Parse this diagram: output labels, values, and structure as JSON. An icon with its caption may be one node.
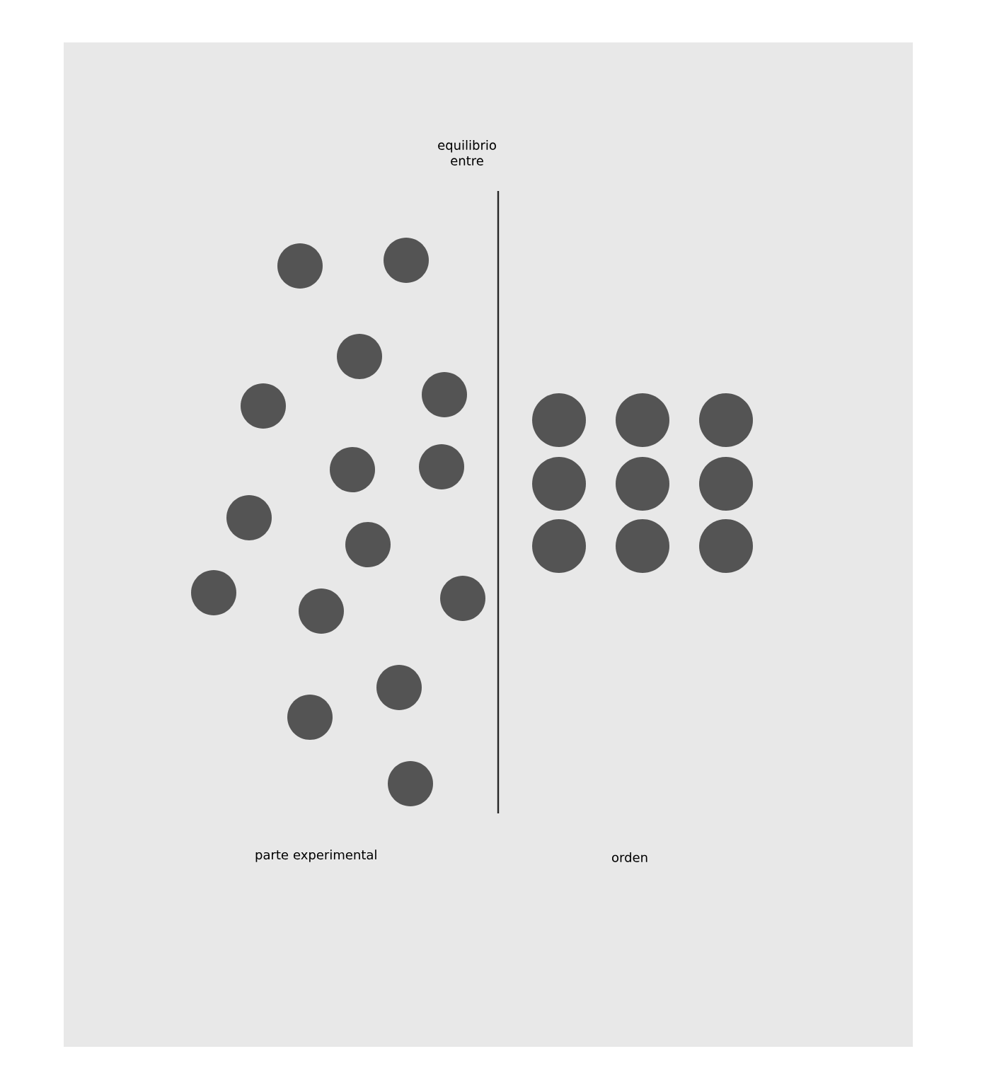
{
  "diagram": {
    "labels": [
      "equilibrio entre",
      "parte experimental",
      "orden"
    ]
  }
}
